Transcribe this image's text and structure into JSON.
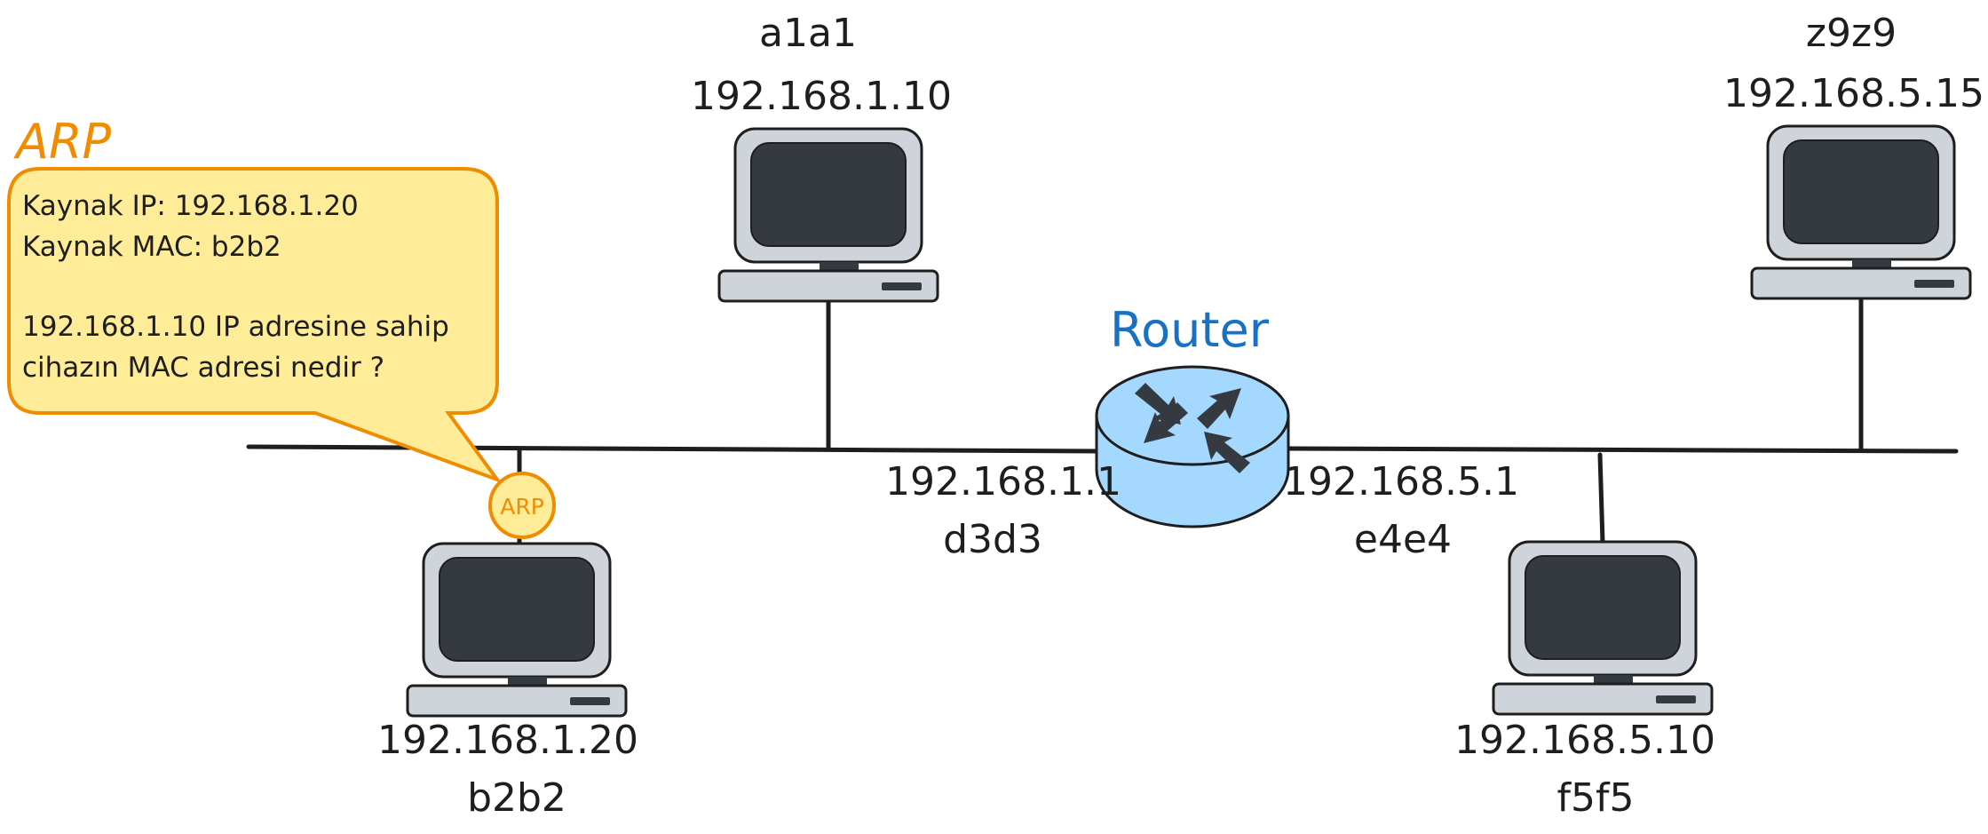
{
  "arp": {
    "title": "ARP",
    "badge": "ARP",
    "line1": "Kaynak IP: 192.168.1.20",
    "line2": "Kaynak MAC: b2b2",
    "line3": "192.168.1.10 IP adresine sahip",
    "line4": "cihazın MAC adresi nedir ?"
  },
  "router": {
    "title": "Router",
    "left_ip": "192.168.1.1",
    "left_mac": "d3d3",
    "right_ip": "192.168.5.1",
    "right_mac": "e4e4"
  },
  "hosts": {
    "a1a1": {
      "mac": "a1a1",
      "ip": "192.168.1.10"
    },
    "b2b2": {
      "ip": "192.168.1.20",
      "mac": "b2b2"
    },
    "z9z9": {
      "mac": "z9z9",
      "ip": "192.168.5.15"
    },
    "f5f5": {
      "ip": "192.168.5.10",
      "mac": "f5f5"
    }
  },
  "colors": {
    "ink": "#1e1e1e",
    "bubble_fill": "#ffec99",
    "bubble_stroke": "#f08c00",
    "router_fill": "#a5d8ff",
    "router_stroke": "#1971c2",
    "computer_body": "#ced4da",
    "computer_screen": "#343a40"
  }
}
